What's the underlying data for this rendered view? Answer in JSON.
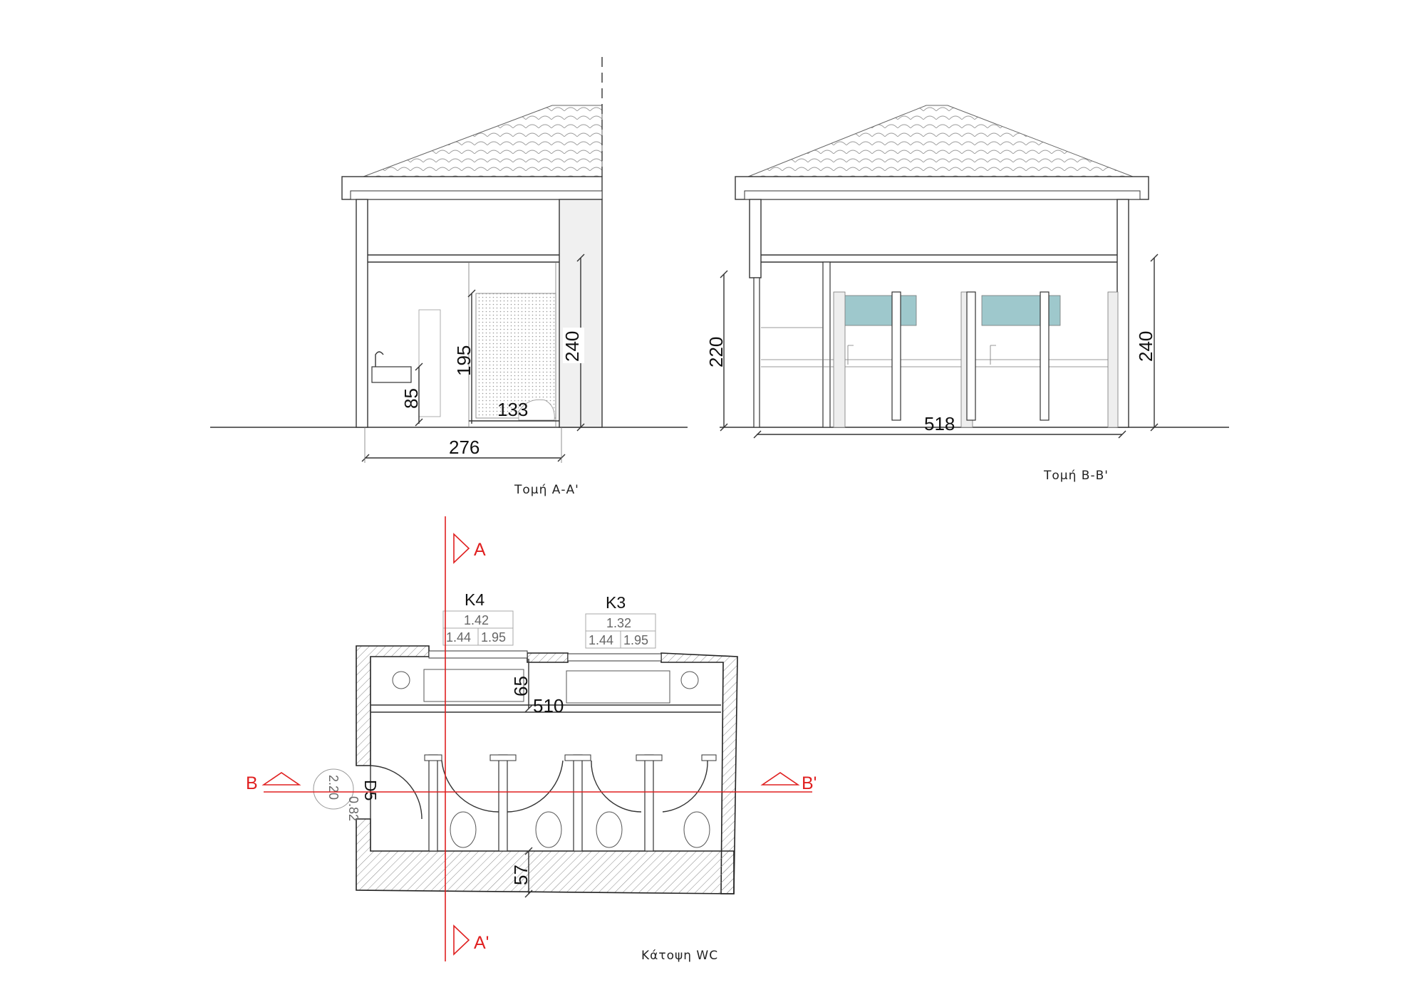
{
  "section_aa": {
    "caption": "Τομή Α-Α'",
    "dim_width": "276",
    "dim_sill": "85",
    "dim_partition": "195",
    "dim_wc": "133",
    "dim_height": "240"
  },
  "section_bb": {
    "caption": "Τομή Β-Β'",
    "dim_width": "518",
    "dim_left_height": "220",
    "dim_right_height": "240"
  },
  "plan": {
    "caption": "Κάτοψη WC",
    "window_k4": {
      "id": "K4",
      "sill": "1.42",
      "width": "1.44",
      "height": "1.95"
    },
    "window_k3": {
      "id": "K3",
      "sill": "1.32",
      "width": "1.44",
      "height": "1.95"
    },
    "door_d5": {
      "id": "D5",
      "width": "0.82",
      "height": "2.20"
    },
    "dim_counter": "65",
    "dim_length": "510",
    "dim_wall": "57",
    "cut_a": "A",
    "cut_a_end": "A'",
    "cut_b": "B",
    "cut_b_end": "B'"
  },
  "colors": {
    "cut_line": "#e02020",
    "glass": "#9ec8cc",
    "ink": "#222222"
  }
}
